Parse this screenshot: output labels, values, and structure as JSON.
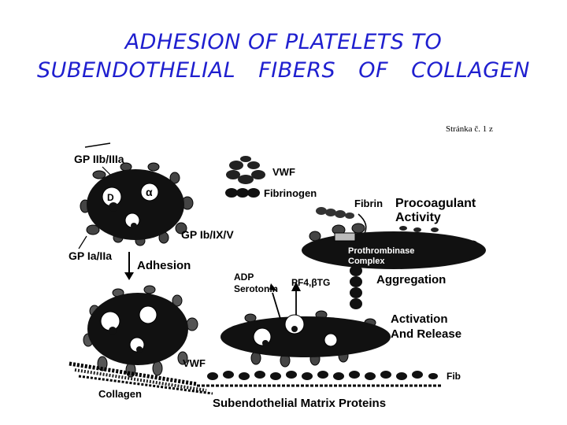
{
  "title": {
    "line1": "ADHESION OF PLATELETS TO",
    "line2": "SUBENDOTHELIAL FIBERS OF COLLAGEN"
  },
  "page_stamp": "Stránka č. 1 z",
  "labels": {
    "gp_iib_iiia": "GP IIb/IIIa",
    "vwf_top": "VWF",
    "fibrinogen": "Fibrinogen",
    "fibrin": "Fibrin",
    "procoagulant": "Procoagulant",
    "activity": "Activity",
    "gp_ib_ix_v": "GP Ib/IX/V",
    "gp_ia_iia": "GP Ia/IIa",
    "adhesion": "Adhesion",
    "prothrombinase": "Prothrombinase",
    "complex": "Complex",
    "adp": "ADP",
    "serotonin": "Serotonin",
    "pf4_btg": "PF4,βTG",
    "aggregation": "Aggregation",
    "activation": "Activation",
    "and_release": "And Release",
    "vwf_bottom": "VWF",
    "fib": "Fib",
    "collagen": "Collagen",
    "matrix": "Subendothelial Matrix Proteins",
    "granule_d": "D",
    "granule_alpha": "α"
  }
}
